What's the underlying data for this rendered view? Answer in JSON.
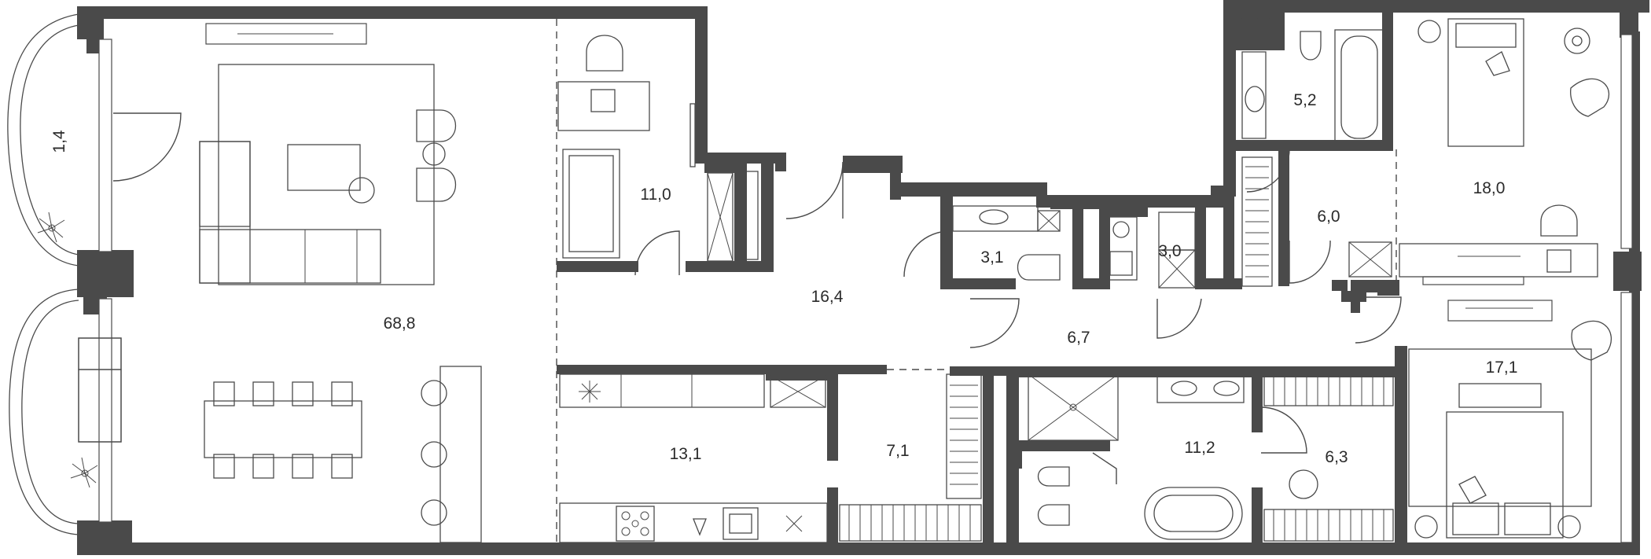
{
  "floor_plan": {
    "rooms": [
      {
        "id": "balcony",
        "area": "1,4"
      },
      {
        "id": "living",
        "area": "68,8"
      },
      {
        "id": "study",
        "area": "11,0"
      },
      {
        "id": "hall",
        "area": "16,4"
      },
      {
        "id": "wc-guest",
        "area": "3,1"
      },
      {
        "id": "laundry",
        "area": "3,0"
      },
      {
        "id": "corridor",
        "area": "6,7"
      },
      {
        "id": "bath-small",
        "area": "5,2"
      },
      {
        "id": "dressing-north",
        "area": "6,0"
      },
      {
        "id": "bedroom-north",
        "area": "18,0"
      },
      {
        "id": "kitchen",
        "area": "13,1"
      },
      {
        "id": "storage",
        "area": "7,1"
      },
      {
        "id": "bath-master",
        "area": "11,2"
      },
      {
        "id": "dressing-south",
        "area": "6,3"
      },
      {
        "id": "bedroom-master",
        "area": "17,1"
      }
    ],
    "colors": {
      "wall": "#4a4a4a",
      "line": "#4a4a4a",
      "background": "#ffffff",
      "text": "#2b2b2b"
    }
  }
}
